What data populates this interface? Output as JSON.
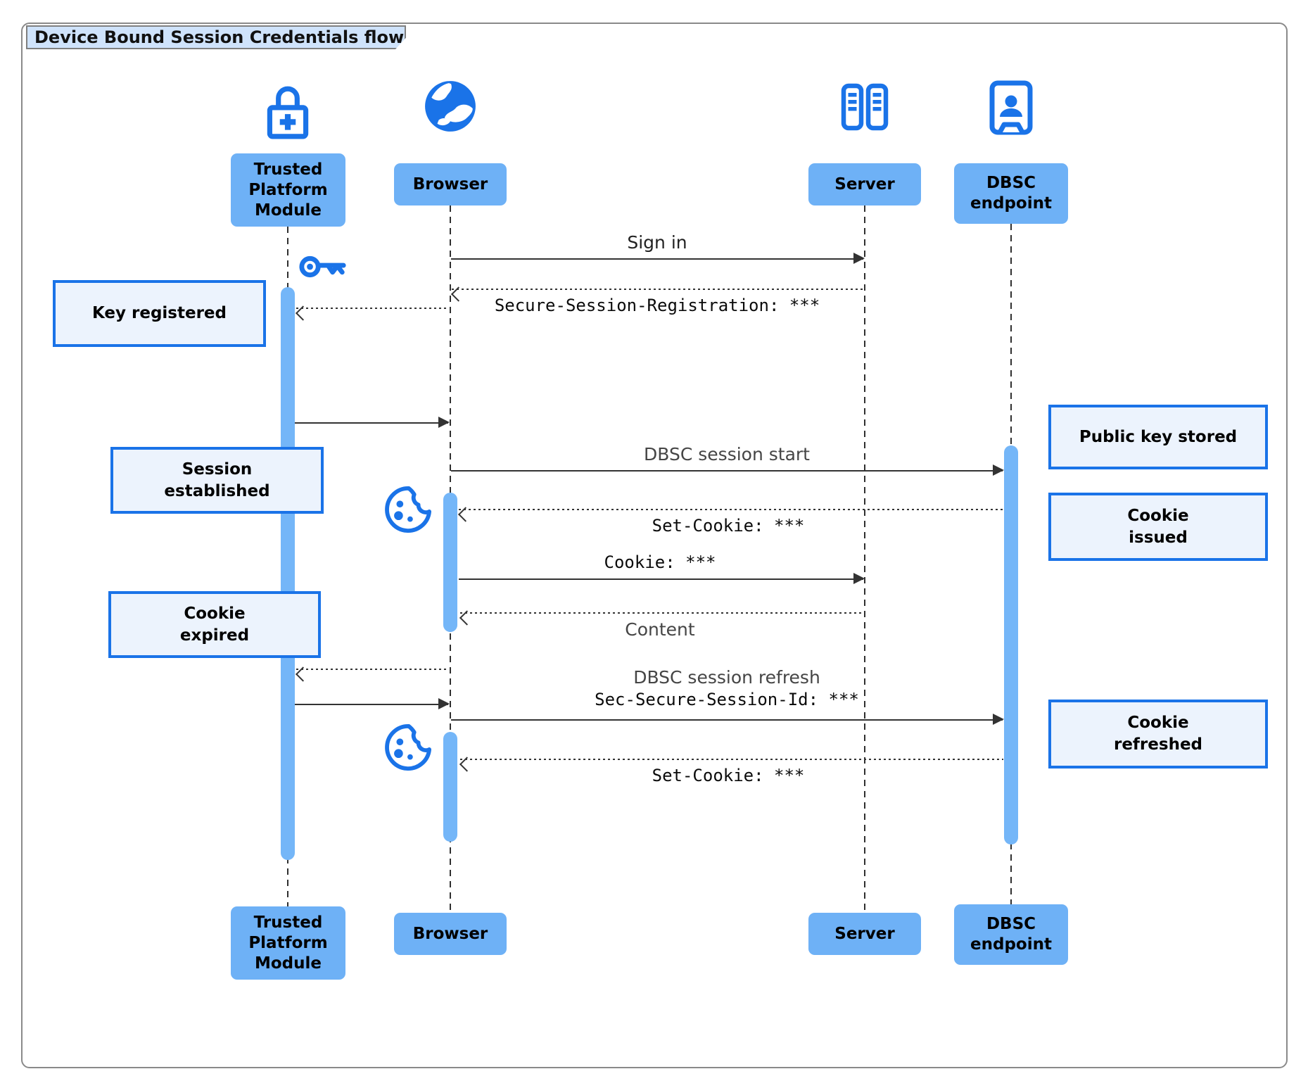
{
  "diagram": {
    "type": "sequence",
    "title": "Device Bound Session Credentials flow"
  },
  "participants": [
    {
      "id": "tpm",
      "label": "Trusted Platform Module",
      "icon": "lock-plus-icon"
    },
    {
      "id": "browser",
      "label": "Browser",
      "icon": "globe-icon"
    },
    {
      "id": "server",
      "label": "Server",
      "icon": "server-rack-icon"
    },
    {
      "id": "dbsc",
      "label": "DBSC endpoint",
      "icon": "id-badge-icon"
    }
  ],
  "messages": [
    {
      "from": "browser",
      "to": "server",
      "label": "Sign in",
      "style": "solid",
      "font": "sans"
    },
    {
      "from": "server",
      "to": "browser",
      "label": "Secure-Session-Registration: ***",
      "style": "dashed",
      "font": "mono"
    },
    {
      "from": "browser",
      "to": "tpm",
      "label": "",
      "style": "dashed",
      "font": ""
    },
    {
      "from": "tpm",
      "to": "browser",
      "label": "",
      "style": "solid",
      "font": ""
    },
    {
      "from": "browser",
      "to": "dbsc",
      "label": "DBSC session start",
      "style": "solid",
      "font": "sans"
    },
    {
      "from": "dbsc",
      "to": "browser",
      "label": "Set-Cookie: ***",
      "style": "dashed",
      "font": "mono"
    },
    {
      "from": "browser",
      "to": "server",
      "label": "Cookie: ***",
      "style": "solid",
      "font": "mono"
    },
    {
      "from": "server",
      "to": "browser",
      "label": "Content",
      "style": "dashed",
      "font": "sans"
    },
    {
      "from": "browser",
      "to": "tpm",
      "label": "",
      "style": "dashed",
      "font": ""
    },
    {
      "from": "tpm",
      "to": "browser",
      "label": "",
      "style": "solid",
      "font": ""
    },
    {
      "from": "browser",
      "to": "dbsc",
      "label": "DBSC session refresh",
      "sublabel": "Sec-Secure-Session-Id: ***",
      "style": "solid",
      "font": "sans+mono"
    },
    {
      "from": "dbsc",
      "to": "browser",
      "label": "Set-Cookie: ***",
      "style": "dashed",
      "font": "mono"
    }
  ],
  "notes": [
    {
      "side": "left",
      "of": "tpm",
      "label": "Key registered"
    },
    {
      "side": "left",
      "of": "tpm",
      "label": "Session established"
    },
    {
      "side": "left",
      "of": "tpm",
      "label": "Cookie expired"
    },
    {
      "side": "right",
      "of": "dbsc",
      "label": "Public key stored"
    },
    {
      "side": "right",
      "of": "dbsc",
      "label": "Cookie issued"
    },
    {
      "side": "right",
      "of": "dbsc",
      "label": "Cookie refreshed"
    }
  ],
  "decorations": [
    {
      "icon": "key-icon",
      "near": "tpm"
    },
    {
      "icon": "cookie-icon",
      "near": "browser",
      "occurrence": 1
    },
    {
      "icon": "cookie-icon",
      "near": "browser",
      "occurrence": 2
    }
  ],
  "colors": {
    "actor_box_fill": "#6eb1f6",
    "activation_fill": "#74b6f8",
    "icon_blue": "#1a73e8",
    "note_fill": "#ecf3fd",
    "note_border": "#1a73e8",
    "title_fill": "#cfe3fb",
    "frame_border": "#8a8a8a",
    "line_color": "#333333"
  }
}
